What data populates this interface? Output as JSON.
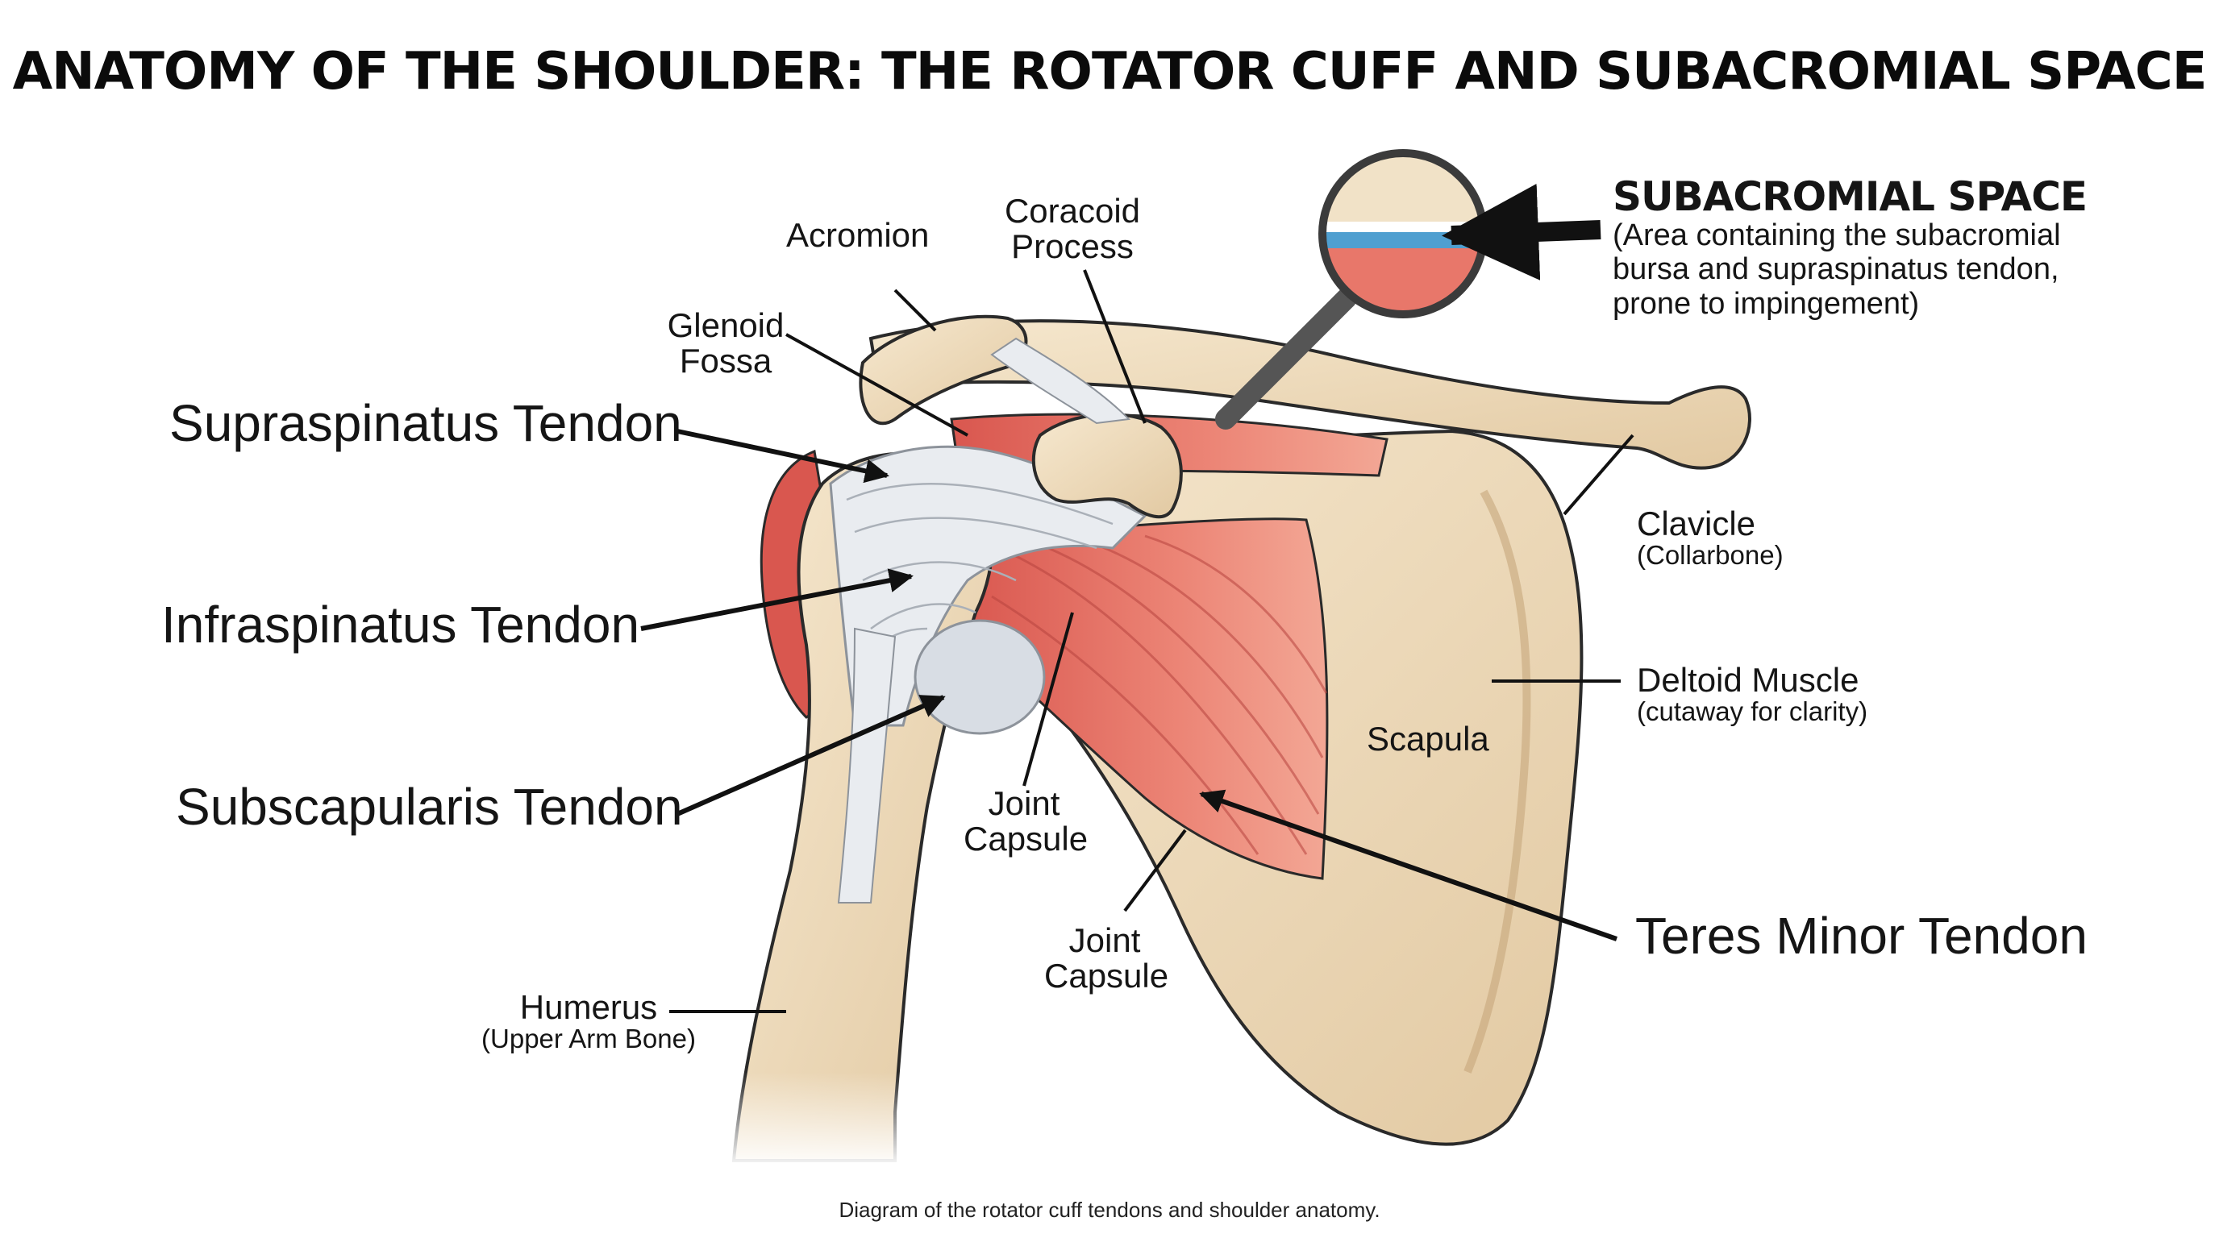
{
  "title": "ANATOMY OF THE SHOULDER: THE ROTATOR CUFF AND SUBACROMIAL SPACE",
  "labels": {
    "acromion": "Acromion",
    "coracoid_line1": "Coracoid",
    "coracoid_line2": "Process",
    "glenoid_line1": "Glenoid",
    "glenoid_line2": "Fossa",
    "supraspinatus": "Supraspinatus Tendon",
    "infraspinatus": "Infraspinatus Tendon",
    "subscapularis": "Subscapularis Tendon",
    "joint_capsule_a_line1": "Joint",
    "joint_capsule_a_line2": "Capsule",
    "joint_capsule_b_line1": "Joint",
    "joint_capsule_b_line2": "Capsule",
    "humerus": "Humerus",
    "humerus_note": "(Upper Arm Bone)",
    "clavicle": "Clavicle",
    "clavicle_note": "(Collarbone)",
    "deltoid": "Deltoid Muscle",
    "deltoid_note": "(cutaway for clarity)",
    "scapula": "Scapula",
    "teres_minor": "Teres Minor Tendon"
  },
  "subacromial": {
    "heading": "SUBACROMIAL SPACE",
    "description": "(Area containing the subacromial bursa and supraspinatus tendon, prone to impingement)"
  },
  "caption": "Diagram of the rotator cuff tendons and shoulder anatomy.",
  "colors": {
    "bone": "#efdcbc",
    "bone_shadow": "#d6bb93",
    "muscle": "#e8776a",
    "muscle_dark": "#c9504a",
    "tendon": "#e6e8ec",
    "bursa": "#4f9fd0",
    "outline": "#2a2a2a"
  }
}
